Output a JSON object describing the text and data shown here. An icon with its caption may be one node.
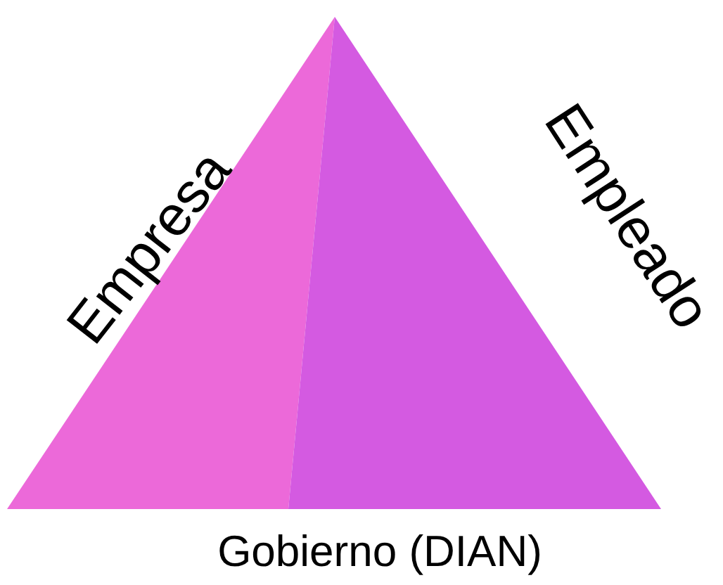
{
  "diagram": {
    "labels": [
      "Empresa",
      "Empleado",
      "Gobierno (DIAN)"
    ]
  }
}
